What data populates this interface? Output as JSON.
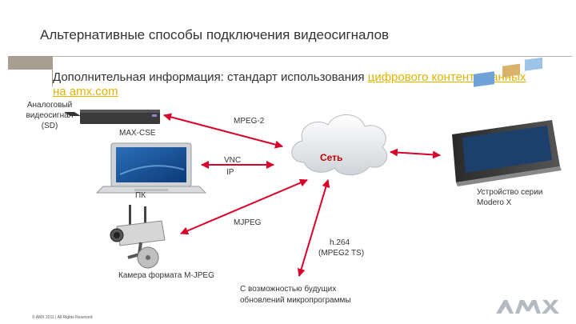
{
  "slide": {
    "title": "Альтернативные способы подключения видеосигналов",
    "info_prefix": "Дополнительная информация: стандарт использования ",
    "info_link": "цифрового контента данных на amx.com"
  },
  "labels": {
    "analog_source": "Аналоговый видеосигнал (SD)",
    "max_cse": "MAX-CSE",
    "mpeg2": "MPEG-2",
    "vnc": "VNC",
    "ip": "IP",
    "network": "Сеть",
    "pc": "ПК",
    "device": "Устройство серии Modero X",
    "mjpeg": "MJPEG",
    "h264": "h.264",
    "mpeg2ts": "(MPEG2 TS)",
    "camera": "Камера формата M-JPEG",
    "firmware": "С возможностью будущих обновлений микропрограммы"
  },
  "footer": {
    "copyright": "© AMX 2011 | All Rights Reserved",
    "brand": "AMX"
  },
  "colors": {
    "arrow": "#d8002a",
    "accent": "#e0b400",
    "rule": "#a89e92"
  }
}
